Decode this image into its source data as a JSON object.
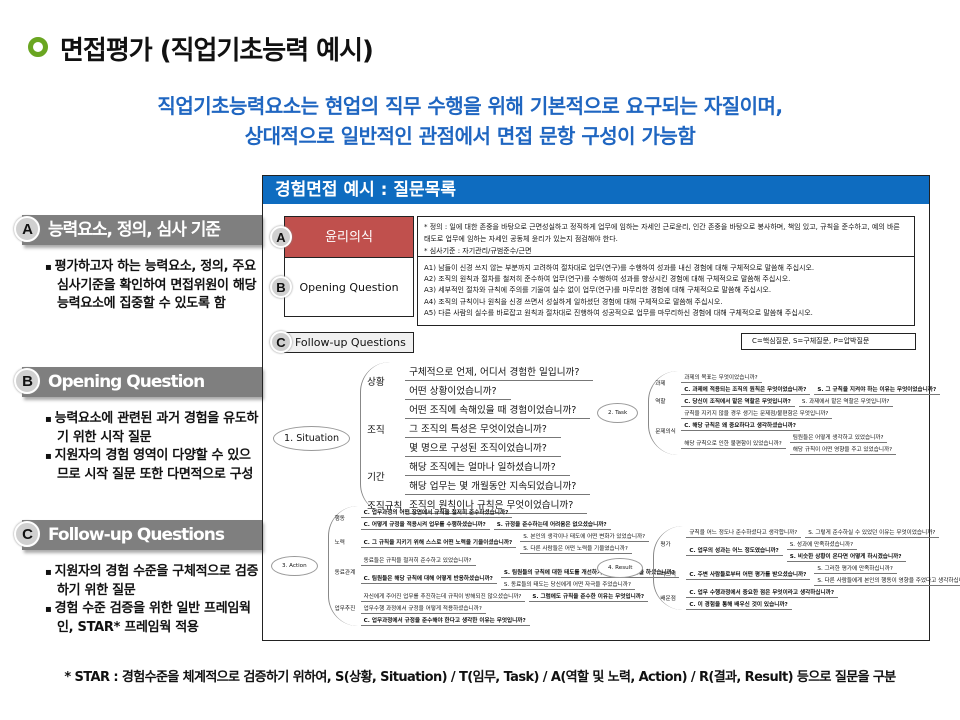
{
  "title": "면접평가 (직업기초능력 예시)",
  "subtitle": [
    "직업기초능력요소는 현업의 직무 수행을 위해 기본적으로 요구되는 자질이며,",
    "상대적으로 일반적인 관점에서 면접 문항 구성이 가능함"
  ],
  "colors": {
    "accent_green": "#6aa621",
    "subtitle_blue": "#1f66c1",
    "panel_header": "#0e6cc0",
    "ethics_red": "#c0504d",
    "banner_gray": "#7f7f7f"
  },
  "left": [
    {
      "badge": "A",
      "title": "능력요소, 정의, 심사 기준",
      "bullets": [
        "평가하고자 하는 능력요소, 정의, 주요 심사기준을 확인하여 면접위원이 해당 능력요소에 집중할 수 있도록 함"
      ]
    },
    {
      "badge": "B",
      "title": "Opening Question",
      "bullets": [
        "능력요소에 관련된 과거 경험을 유도하기 위한 시작 질문",
        "지원자의 경험 영역이 다양할 수 있으므로 시작 질문 또한 다면적으로 구성"
      ]
    },
    {
      "badge": "C",
      "title": "Follow-up Questions",
      "bullets": [
        "지원자의 경험 수준을 구체적으로 검증하기 위한 질문",
        "경험 수준 검증을 위한 일반 프레임웍인, STAR* 프레임웍 적용"
      ]
    }
  ],
  "panel": {
    "header": "경험면접 예시 : 질문목록",
    "ethics": "윤리의식",
    "opening": "Opening Question",
    "followup": "Follow-up Questions",
    "badges": [
      "A",
      "B",
      "C"
    ],
    "definition": [
      "* 정의 : 일에 대한 존중을 바탕으로 근면성실하고 정직하게 업무에 임하는 자세인 근로윤리, 인간 존중을 바탕으로 봉사하며, 책임 있고, 규칙을 준수하고, 예의 바른 태도로 업무에 임하는 자세인 공동체 윤리가 있는지 점검해야 한다.",
      "* 심사기준 : 자기관리/규범준수/근면"
    ],
    "questions": [
      "A1) 남들이 신경 쓰지 않는 부분까지 고려하여 절차대로 업무(연구)를 수행하여 성과를 내신 경험에 대해 구체적으로 말씀해 주십시오.",
      "A2) 조직의 원칙과 절차를 철저히 준수하여 업무(연구)를 수행하여 성과를 향상시킨 경험에 대해 구체적으로 말씀해 주십시오.",
      "A3) 세부적인 절차와 규칙에 주의를 기울여 실수 없이 업무(연구)를 마무리한 경험에 대해 구체적으로 말씀해 주십시오.",
      "A4) 조직의 규칙이나 원칙을 신경 쓰면서 성실하게 일하셨던 경험에 대해 구체적으로 말씀해 주십시오.",
      "A5) 다른 사람의 실수를 바로잡고 원칙과 절차대로 진행하여 성공적으로 업무를 마무리하신 경험에 대해 구체적으로 말씀해 주십시오."
    ],
    "legend": "C=핵심질문, S=구체질문, P=압박질문",
    "mindmaps": [
      {
        "root": "1. Situation",
        "branches": [
          {
            "label": "상황",
            "items": [
              {
                "t": "구체적으로 언제, 어디서 경험한 일입니까?"
              },
              {
                "t": "어떤 상황이었습니까?"
              }
            ]
          },
          {
            "label": "조직",
            "items": [
              {
                "t": "어떤 조직에 속해있을 때 경험이었습니까?"
              },
              {
                "t": "그 조직의 특성은 무엇이었습니까?"
              },
              {
                "t": "몇 명으로 구성된 조직이었습니까?"
              }
            ]
          },
          {
            "label": "기간",
            "items": [
              {
                "t": "해당 조직에는 얼마나 일하셨습니까?"
              },
              {
                "t": "해당 업무는 몇 개월동안 지속되었습니까?"
              }
            ]
          },
          {
            "label": "조직규칙",
            "items": [
              {
                "t": "조직의 원칙이나 규칙은 무엇이었습니까?"
              }
            ]
          }
        ]
      },
      {
        "root": "2. Task",
        "branches": [
          {
            "label": "과제",
            "items": [
              {
                "t": "과제의 목표는 무엇이었습니까?"
              },
              {
                "t": "C. 과제에 적용되는 조직의 원칙은 무엇이었습니까?",
                "b": true,
                "kids": [
                  {
                    "t": "S. 그 규칙을 지켜야 하는 이유는 무엇이었습니까?",
                    "b": true
                  }
                ]
              }
            ]
          },
          {
            "label": "역할",
            "items": [
              {
                "t": "C. 당신이 조직에서 맡은 역할은 무엇입니까?",
                "b": true,
                "kids": [
                  {
                    "t": "S. 과제에서 맡은 역할은 무엇입니까?"
                  }
                ]
              }
            ]
          },
          {
            "label": "문제의식",
            "items": [
              {
                "t": "규칙을 지키지 않을 경우 생기는 문제점/불편함은 무엇입니까?"
              },
              {
                "t": "C. 해당 규칙은 왜 중요하다고 생각하셨습니까?",
                "b": true
              },
              {
                "t": "해당 규칙으로 인한 불편함이 있었습니까?",
                "kids": [
                  {
                    "t": "팀원들은 어떻게 생각하고 있었습니까?"
                  },
                  {
                    "t": "해당 규칙이 어떤 영향을 주고 있었습니까?"
                  }
                ]
              }
            ]
          }
        ]
      },
      {
        "root": "3. Action",
        "branches": [
          {
            "label": "행동",
            "items": [
              {
                "t": "C. 업무과정의 어떤 장면에서 규칙을 철저히 준수하셨습니까?",
                "b": true
              },
              {
                "t": "C. 어떻게 규정을 적용시켜 업무를 수행하셨습니까?",
                "b": true,
                "kids": [
                  {
                    "t": "S. 규정을 준수하는데 어려움은 없으셨습니까?",
                    "b": true
                  }
                ]
              }
            ]
          },
          {
            "label": "노력",
            "items": [
              {
                "t": "C. 그 규칙을 지키기 위해 스스로 어떤 노력을 기울이셨습니까?",
                "b": true,
                "kids": [
                  {
                    "t": "S. 본인의 생각이나 태도에 어떤 변화가 있었습니까?"
                  },
                  {
                    "t": "S. 다른 사람들은 어떤 노력을 기울였습니까?"
                  }
                ]
              }
            ]
          },
          {
            "label": "동료관계",
            "items": [
              {
                "t": "동료들은 규칙을 철저히 준수하고 있었습니까?"
              },
              {
                "t": "C. 팀원들은 해당 규칙에 대해 어떻게 반응하셨습니까?",
                "b": true,
                "kids": [
                  {
                    "t": "S. 팀원들의 규칙에 대한 태도를 개선하기 위해 어떤 노력을 하셨습니까?",
                    "b": true
                  },
                  {
                    "t": "S. 동료들의 태도는 당신에게 어떤 자극을 주었습니까?"
                  }
                ]
              }
            ]
          },
          {
            "label": "업무추진",
            "items": [
              {
                "t": "자신에게 주어진 업무를 추진하는데 규칙이 방해되진 않으셨습니까?",
                "kids": [
                  {
                    "t": "S. 그럼에도 규칙을 준수한 이유는 무엇입니까?",
                    "b": true
                  }
                ]
              },
              {
                "t": "업무수행 과정에서 규정을 어떻게 적용하셨습니까?"
              },
              {
                "t": "C. 업무과정에서 규정을 준수해야 한다고 생각한 이유는 무엇입니까?",
                "b": true
              }
            ]
          }
        ]
      },
      {
        "root": "4. Result",
        "branches": [
          {
            "label": "평가",
            "items": [
              {
                "t": "규칙을 어느 정도나 준수하셨다고 생각합니까?",
                "kids": [
                  {
                    "t": "S. 그렇게 준수하실 수 있었던 이유는 무엇이었습니까?"
                  }
                ]
              },
              {
                "t": "C. 업무의 성과는 어느 정도였습니까?",
                "b": true,
                "kids": [
                  {
                    "t": "S. 성과에 만족하셨습니까?",
                    "kids2": true
                  },
                  {
                    "t": "S. 비슷한 상황이 온다면 어떻게 하시겠습니까?",
                    "b": true
                  }
                ]
              }
            ]
          },
          {
            "label": "피드백",
            "items": [
              {
                "t": "C. 주변 사람들로부터 어떤 평가를 받으셨습니까?",
                "b": true,
                "kids": [
                  {
                    "t": "S. 그러한 평가에 만족하십니까?"
                  },
                  {
                    "t": "S. 다른 사람들에게 본인의 행동이 영향을 주었다고 생각하십니까?"
                  }
                ]
              }
            ]
          },
          {
            "label": "배운점",
            "items": [
              {
                "t": "C. 업무 수행과정에서 중요한 점은 무엇이라고 생각하십니까?",
                "b": true
              },
              {
                "t": "C. 이 경험을 통해 배우신 것이 있습니까?",
                "b": true
              }
            ]
          }
        ]
      }
    ]
  },
  "footer": "* STAR : 경험수준을 체계적으로 검증하기 위하여, S(상황, Situation) / T(임무, Task) / A(역할 및 노력, Action) / R(결과, Result) 등으로 질문을 구분"
}
